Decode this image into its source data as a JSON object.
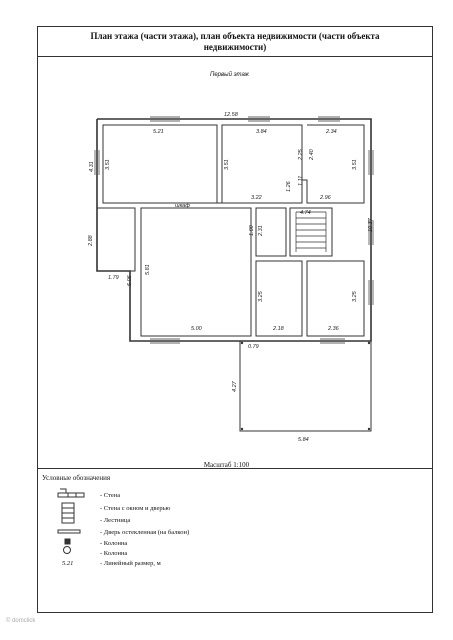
{
  "header": {
    "title_line1": "План этажа (части этажа), план объекта недвижимости (части объекта",
    "title_line2": "недвижимости)"
  },
  "plan": {
    "floor_label": "Первый этаж",
    "dimensions": {
      "d1258": "12.58",
      "d521": "5.21",
      "d384": "3.84",
      "d234": "2.34",
      "d431": "4.31",
      "d351a": "3.51",
      "d351b": "3.51",
      "d351c": "3.51",
      "d225": "2.25",
      "d240": "2.40",
      "d111": "1.11",
      "d126": "1.26",
      "d322": "3.22",
      "d296": "2.96",
      "d474": "4.74",
      "d1037": "10.37",
      "d231": "2.31",
      "d100": "1.00",
      "d288": "2.88",
      "d179": "1.79",
      "d606": "6.06",
      "d581": "5.81",
      "d325a": "3.25",
      "d325b": "3.25",
      "d500": "5.00",
      "d218": "2.18",
      "d236": "2.36",
      "d079": "0.79",
      "d427": "4.27",
      "d584": "5.84"
    },
    "shkaf": "шкаф"
  },
  "scale": "Масштаб 1:100",
  "legend": {
    "title": "Условные обозначения",
    "wall": "- Стена",
    "wall_window_door": "- Стена с окном и дверью",
    "stairs": "- Лестница",
    "glazed_door": "- Дверь остекленная (на балкон)",
    "column1": "- Колонна",
    "column2": "- Колонна",
    "dimension": "- Линейный размер, м",
    "dimension_sample": "5.21"
  },
  "watermark": "© domclick"
}
